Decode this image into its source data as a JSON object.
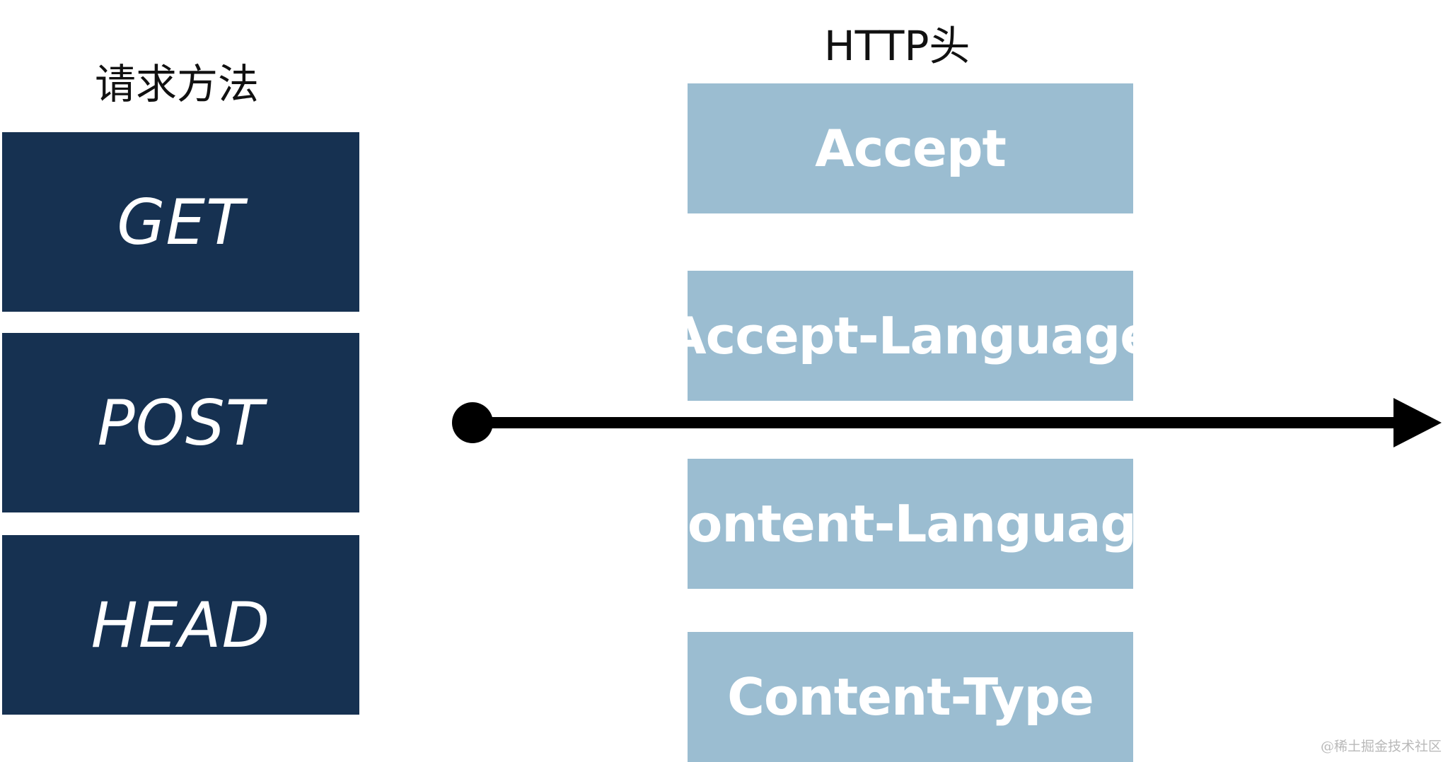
{
  "methods": {
    "title": "请求方法",
    "items": [
      "GET",
      "POST",
      "HEAD"
    ]
  },
  "headers": {
    "title": "HTTP头",
    "items": [
      "Accept",
      "Accept-Language",
      "Content-Language",
      "Content-Type"
    ]
  },
  "colors": {
    "method_box": "#163151",
    "header_box": "#9bbdd1",
    "arrow": "#000000"
  },
  "watermark": "@稀土掘金技术社区"
}
